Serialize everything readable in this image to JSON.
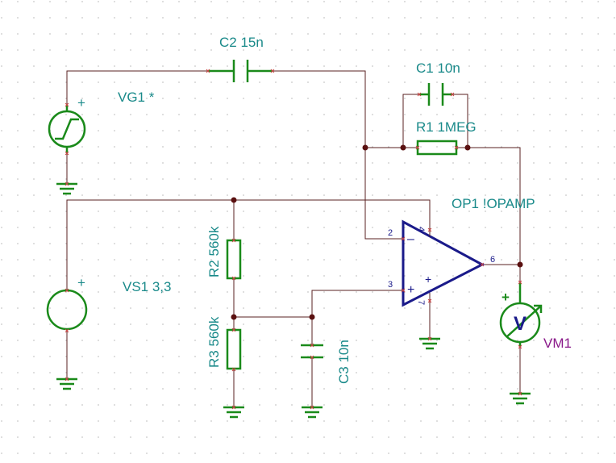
{
  "components": {
    "c2": "C2 15n",
    "c1": "C1 10n",
    "r1": "R1 1MEG",
    "vg1": "VG1 *",
    "op1": "OP1 !OPAMP",
    "r2": "R2 560k",
    "r3": "R3 560k",
    "vs1": "VS1 3,3",
    "c3": "C3 10n",
    "vm1": "VM1"
  },
  "pins": {
    "inv": "2",
    "noninv": "3",
    "out": "6",
    "vplus": "4",
    "vminus": "7"
  },
  "symbols": {
    "plus": "+",
    "minus": "–",
    "voltmeter": "V"
  },
  "colors": {
    "wire": "#5a2020",
    "component": "#1a8a1a",
    "label": "#1a8a8a",
    "opamp": "#1a1a8a",
    "meter_label": "#8a1a8a"
  }
}
